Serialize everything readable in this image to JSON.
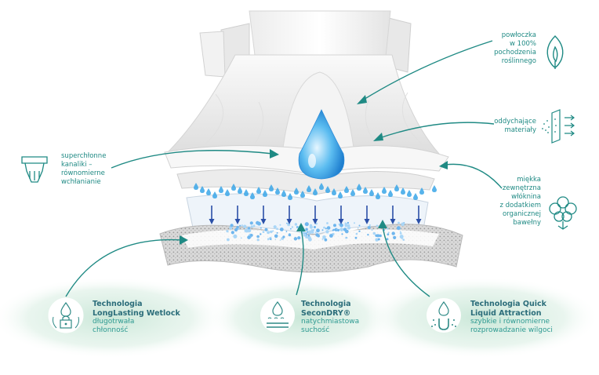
{
  "labels": {
    "coating": [
      "powłoczka",
      "w 100%",
      "pochodzenia",
      "roślinnego"
    ],
    "breathable": [
      "oddychające",
      "materiały"
    ],
    "channels": [
      "superchłonne",
      "kanaliki –",
      "równomierne",
      "wchłanianie"
    ],
    "outer": [
      "miękka",
      "zewnętrzna",
      "włóknina",
      "z dodatkiem",
      "organicznej",
      "bawełny"
    ]
  },
  "technologies": [
    {
      "title": [
        "Technologia",
        "LongLasting Wetlock"
      ],
      "desc": [
        "długotrwała",
        "chłonność"
      ]
    },
    {
      "title": [
        "Technologia",
        "SeconDRY®"
      ],
      "desc": [
        "natychmiastowa",
        "suchość"
      ]
    },
    {
      "title": [
        "Technologia Quick",
        "Liquid Attraction"
      ],
      "desc": [
        "szybkie i równomierne",
        "rozprowadzanie wilgoci"
      ]
    }
  ],
  "icons": {
    "coating": "leaf-icon",
    "breathable": "breathable-fabric-icon",
    "channels": "diaper-icon",
    "outer": "cotton-flower-icon",
    "tech1": "drop-lock-icon",
    "tech2": "drop-dry-layer-icon",
    "tech3": "drop-magnet-icon"
  },
  "colors": {
    "accent": "#1f8a84",
    "drop": "#3aa6e8",
    "arrow": "#2a4fa8",
    "wash": "#cfe9dc"
  }
}
